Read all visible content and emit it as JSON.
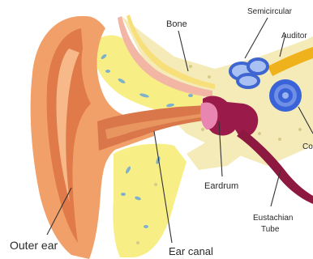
{
  "labels": {
    "bone": "Bone",
    "semicircular": "Semicircular",
    "auditory": "Auditor",
    "cochlea": "Co",
    "eardrum": "Eardrum",
    "eustachian_line1": "Eustachian",
    "eustachian_line2": "Tube",
    "outer_ear": "Outer ear",
    "ear_canal": "Ear canal"
  },
  "colors": {
    "outer_ear": "#f2a06a",
    "outer_ear_shadow": "#e07a48",
    "canal_wall": "#d9774a",
    "bone": "#f4ebb8",
    "bone_bright": "#f7ef86",
    "bone_dots": "#7fb0cc",
    "eardrum": "#b31f55",
    "ossicles": "#9a1b4a",
    "eustachian": "#8d1840",
    "cochlea": "#3a63d8",
    "semicircular": "#3f66d0",
    "nerve": "#f0b21c",
    "leader_lines": "#333333"
  },
  "icons": [
    "outer-ear-shape",
    "ear-canal-shape",
    "temporal-bone-shape",
    "eardrum-shape",
    "ossicles-shape",
    "semicircular-canals-shape",
    "cochlea-shape",
    "auditory-nerve-shape",
    "eustachian-tube-shape"
  ]
}
